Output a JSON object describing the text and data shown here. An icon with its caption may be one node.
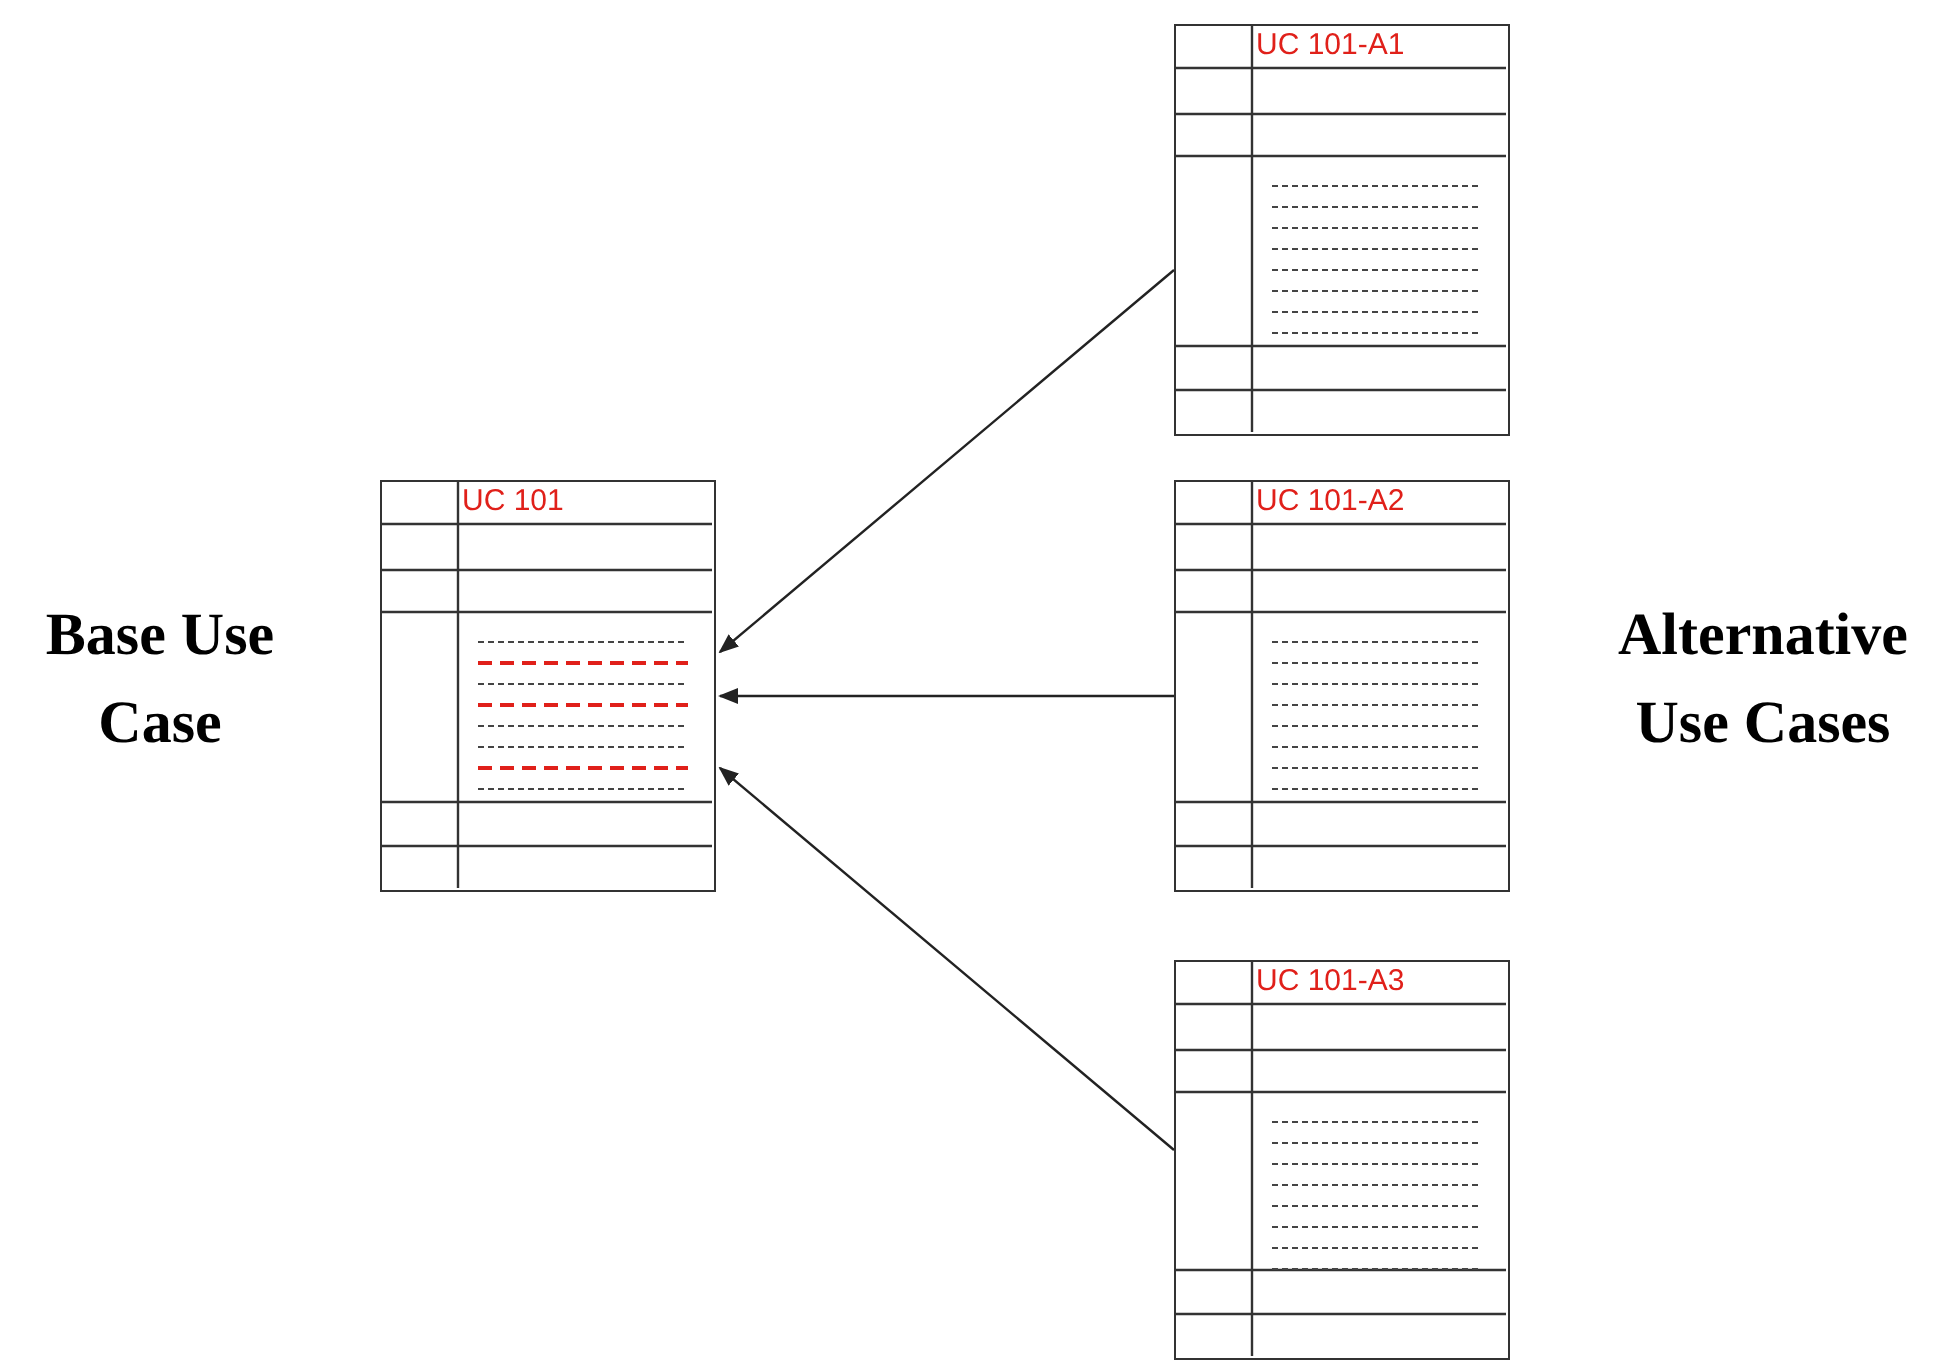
{
  "diagram": {
    "nodes": [
      {
        "text": [
          "UC 101"
        ]
      },
      {
        "text": [
          "UC 101-A1"
        ]
      },
      {
        "text": [
          "UC 101-A2"
        ]
      },
      {
        "text": [
          "UC 101-A3"
        ]
      }
    ],
    "edges": [
      {
        "from": 1,
        "to": 0,
        "arrow": "to"
      },
      {
        "from": 2,
        "to": 0,
        "arrow": "to"
      },
      {
        "from": 3,
        "to": 0,
        "arrow": "to"
      }
    ],
    "labels": [
      "Base Use Case",
      "Alternative Use Cases"
    ]
  }
}
